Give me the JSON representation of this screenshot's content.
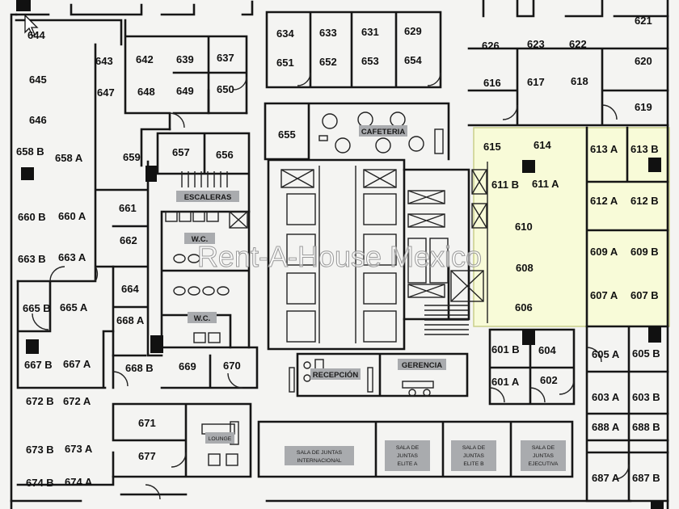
{
  "watermark": "Rent-A-House Mexico",
  "colors": {
    "background": "#f4f4f2",
    "wall": "#161616",
    "highlight_zone": "#f8fbd8",
    "label_box": "#a9abae",
    "column": "#111111"
  },
  "icons": [
    "cursor-arrow-icon",
    "door-swing-icon",
    "elevator-icon",
    "stairs-icon",
    "toilet-icon",
    "table-chairs-icon",
    "desk-icon",
    "column-icon"
  ],
  "rooms": {
    "r644": "644",
    "r645": "645",
    "r646": "646",
    "r658b": "658 B",
    "r658a": "658 A",
    "r660b": "660 B",
    "r660a": "660 A",
    "r663b": "663 B",
    "r663a": "663 A",
    "r665b": "665 B",
    "r665a": "665 A",
    "r667b": "667 B",
    "r667a": "667 A",
    "r672b": "672 B",
    "r672a": "672 A",
    "r673b": "673 B",
    "r673a": "673 A",
    "r674b": "674 B",
    "r674a": "674 A",
    "r643": "643",
    "r647": "647",
    "r642": "642",
    "r639": "639",
    "r637": "637",
    "r648": "648",
    "r649": "649",
    "r650": "650",
    "r634": "634",
    "r633": "633",
    "r631": "631",
    "r629": "629",
    "r651": "651",
    "r652": "652",
    "r653": "653",
    "r654": "654",
    "r626": "626",
    "r623": "623",
    "r622": "622",
    "r621": "621",
    "r616": "616",
    "r617": "617",
    "r618": "618",
    "r620": "620",
    "r619": "619",
    "r655": "655",
    "r659": "659",
    "r657": "657",
    "r656": "656",
    "r661": "661",
    "r662": "662",
    "r664": "664",
    "r668a": "668 A",
    "r668b": "668 B",
    "r669": "669",
    "r670": "670",
    "r671": "671",
    "r677": "677",
    "r615": "615",
    "r614": "614",
    "r613a": "613 A",
    "r613b": "613 B",
    "r611b": "611 B",
    "r611a": "611 A",
    "r612a": "612 A",
    "r612b": "612 B",
    "r610": "610",
    "r608": "608",
    "r606": "606",
    "r609a": "609 A",
    "r609b": "609 B",
    "r607a": "607 A",
    "r607b": "607 B",
    "r601b": "601 B",
    "r604": "604",
    "r601a": "601 A",
    "r602": "602",
    "r605a": "605 A",
    "r605b": "605 B",
    "r603a": "603 A",
    "r603b": "603 B",
    "r688a": "688 A",
    "r688b": "688 B",
    "r687a": "687 A",
    "r687b": "687 B"
  },
  "labels": {
    "cafeteria": "CAFETERIA",
    "escaleras": "ESCALERAS",
    "wc_upper": "W.C.",
    "wc_lower": "W.C.",
    "recepcion": "RECEPCIÓN",
    "gerencia": "GERENCIA",
    "lounge": "LOUNGE",
    "sala_internacional": [
      "SALA DE JUNTAS",
      "INTERNACIONAL"
    ],
    "sala_elite_a": [
      "SALA DE",
      "JUNTAS",
      "ELITE A"
    ],
    "sala_elite_b": [
      "SALA DE",
      "JUNTAS",
      "ELITE B"
    ],
    "sala_ejecutiva": [
      "SALA DE",
      "JUNTAS",
      "EJECUTIVA"
    ]
  }
}
